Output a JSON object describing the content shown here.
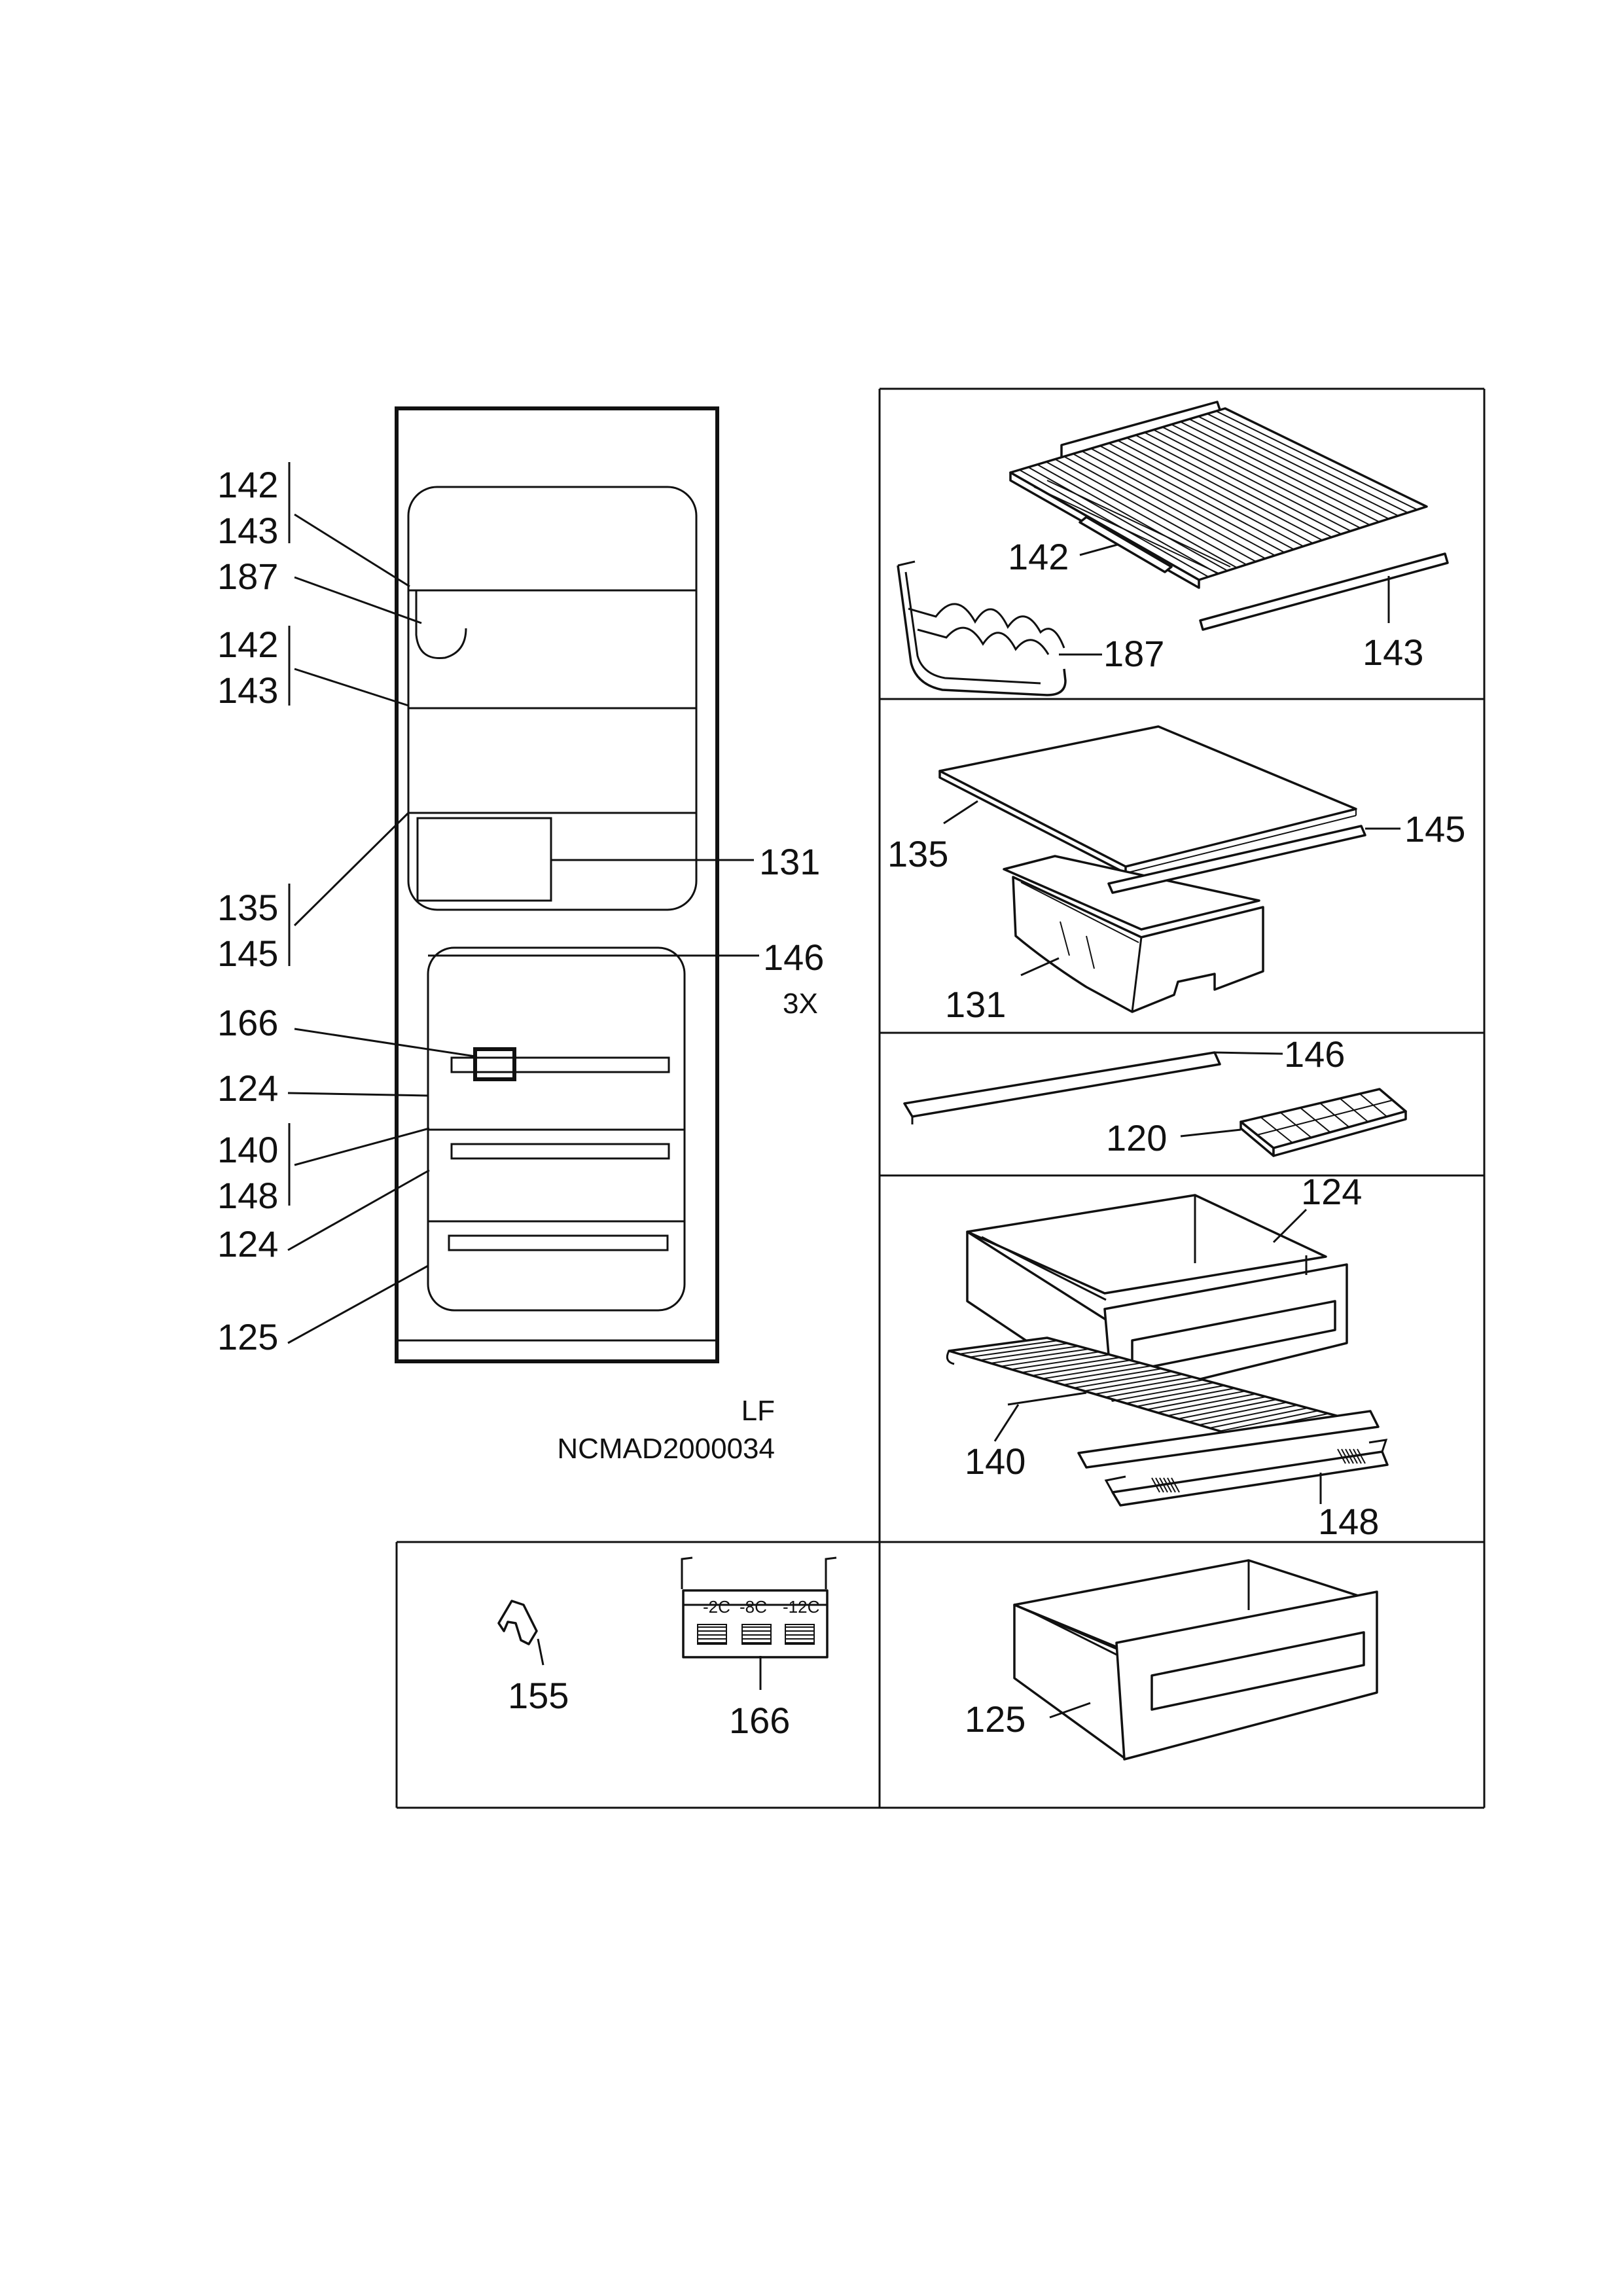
{
  "callouts": {
    "c142a": "142",
    "c143a": "143",
    "c187a": "187",
    "c142b": "142",
    "c143b": "143",
    "c131a": "131",
    "c135a": "135",
    "c145a": "145",
    "c146a": "146",
    "c3x": "3X",
    "c166a": "166",
    "c124a": "124",
    "c140a": "140",
    "c148a": "148",
    "c124b": "124",
    "c125a": "125",
    "p142": "142",
    "p187": "187",
    "p143": "143",
    "p135": "135",
    "p145": "145",
    "p131": "131",
    "p146": "146",
    "p120": "120",
    "p124": "124",
    "p140": "140",
    "p148": "148",
    "p155": "155",
    "p166": "166",
    "p125": "125"
  },
  "temps": [
    "-2C",
    "-8C",
    "-12C"
  ],
  "model": {
    "line1": "LF",
    "line2": "NCMAD2000034"
  }
}
